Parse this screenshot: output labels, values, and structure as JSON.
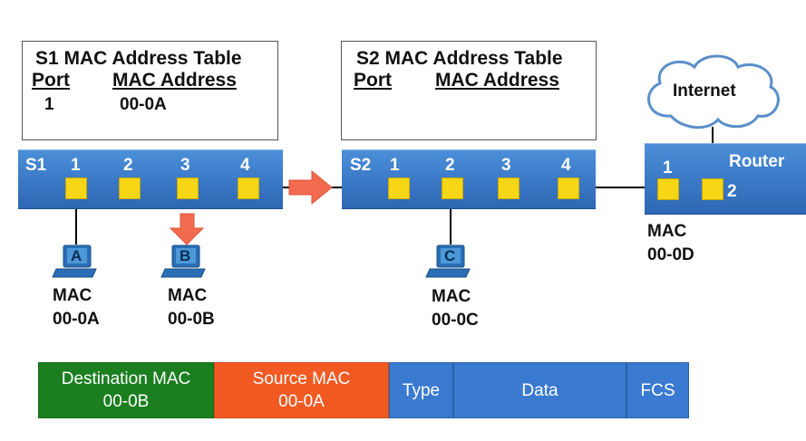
{
  "s1_table": {
    "title": "S1 MAC Address Table",
    "port_header": "Port",
    "mac_header": "MAC Address",
    "rows": [
      {
        "port": "1",
        "mac": "00-0A"
      }
    ]
  },
  "s2_table": {
    "title": "S2 MAC Address Table",
    "port_header": "Port",
    "mac_header": "MAC Address"
  },
  "s1": {
    "label": "S1",
    "ports": [
      "1",
      "2",
      "3",
      "4"
    ]
  },
  "s2": {
    "label": "S2",
    "ports": [
      "1",
      "2",
      "3",
      "4"
    ]
  },
  "router": {
    "label": "Router",
    "ports": [
      "1",
      "2"
    ],
    "mac_label": "MAC",
    "mac": "00-0D"
  },
  "internet": {
    "label": "Internet"
  },
  "hosts": [
    {
      "letter": "A",
      "mac_label": "MAC",
      "mac": "00-0A"
    },
    {
      "letter": "B",
      "mac_label": "MAC",
      "mac": "00-0B"
    },
    {
      "letter": "C",
      "mac_label": "MAC",
      "mac": "00-0C"
    }
  ],
  "frame": {
    "dest_label": "Destination MAC",
    "dest_value": "00-0B",
    "src_label": "Source MAC",
    "src_value": "00-0A",
    "type": "Type",
    "data": "Data",
    "fcs": "FCS"
  },
  "colors": {
    "switch_blue": "#3a78c6",
    "port_yellow": "#f6d615",
    "arrow_orange": "#f26b4e",
    "dest_green": "#1b7e1f",
    "src_orange": "#f15a22"
  }
}
